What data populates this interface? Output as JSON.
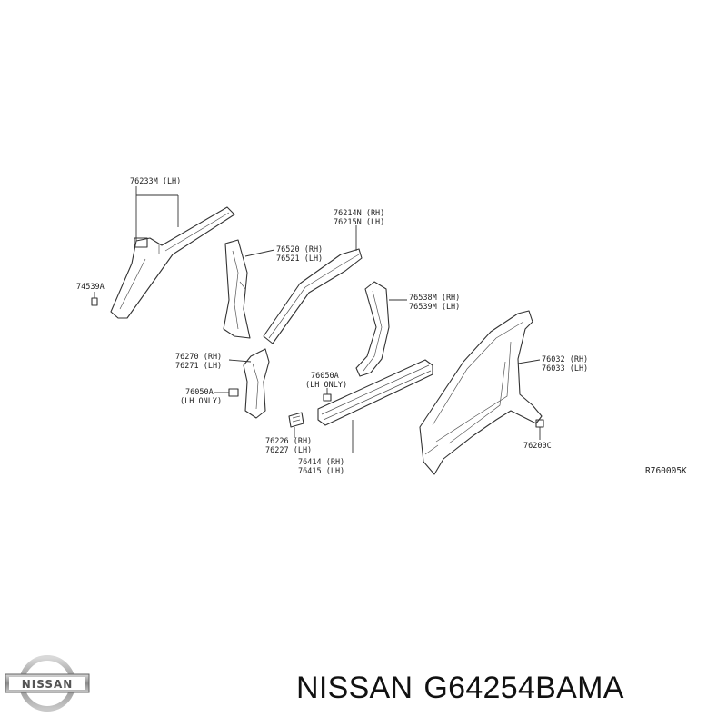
{
  "diagram_id": "R760005K",
  "brand": "NISSAN",
  "part_number": "G64254BAMA",
  "logo_text": "NISSAN",
  "labels": {
    "l76233": "76233M (LH)",
    "l74539": "74539A",
    "l76520": "76520 (RH)",
    "l76521": "76521 (LH)",
    "l76214": "76214N (RH)",
    "l76215": "76215N (LH)",
    "l76538": "76538M (RH)",
    "l76539": "76539M (LH)",
    "l76270": "76270 (RH)",
    "l76271": "76271 (LH)",
    "l76050a_top": "76050A",
    "l76050a_top_note": "(LH ONLY)",
    "l76050a_left": "76050A",
    "l76050a_left_note": "(LH ONLY)",
    "l76032": "76032 (RH)",
    "l76033": "76033 (LH)",
    "l76226": "76226 (RH)",
    "l76227": "76227 (LH)",
    "l76414": "76414 (RH)",
    "l76415": "76415 (LH)",
    "l76200": "76200C"
  }
}
